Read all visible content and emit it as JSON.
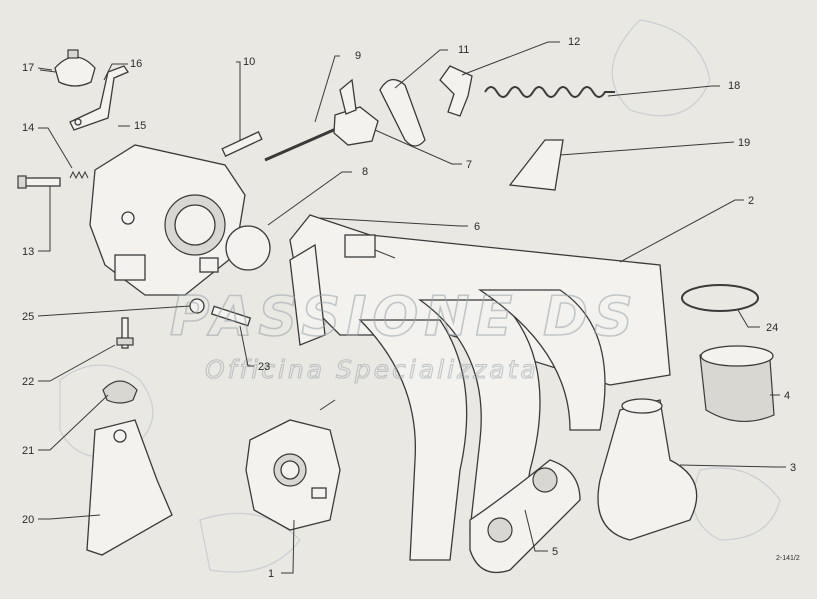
{
  "diagram": {
    "part_labels": [
      {
        "number": "17"
      },
      {
        "number": "16"
      },
      {
        "number": "10"
      },
      {
        "number": "9"
      },
      {
        "number": "11"
      },
      {
        "number": "12"
      },
      {
        "number": "18"
      },
      {
        "number": "14"
      },
      {
        "number": "15"
      },
      {
        "number": "19"
      },
      {
        "number": "13"
      },
      {
        "number": "8"
      },
      {
        "number": "7"
      },
      {
        "number": "6"
      },
      {
        "number": "2"
      },
      {
        "number": "25"
      },
      {
        "number": "22"
      },
      {
        "number": "23"
      },
      {
        "number": "24"
      },
      {
        "number": "4"
      },
      {
        "number": "21"
      },
      {
        "number": "3"
      },
      {
        "number": "20"
      },
      {
        "number": "5"
      },
      {
        "number": "1"
      }
    ],
    "reference_code": "2-141/2"
  },
  "watermark": {
    "brand": "PASSIONE DS",
    "tagline": "Officina Specializzata"
  },
  "colors": {
    "paper": "#eae8e3",
    "ink": "#3a3a3a",
    "watermark": "#9aa3ab"
  }
}
